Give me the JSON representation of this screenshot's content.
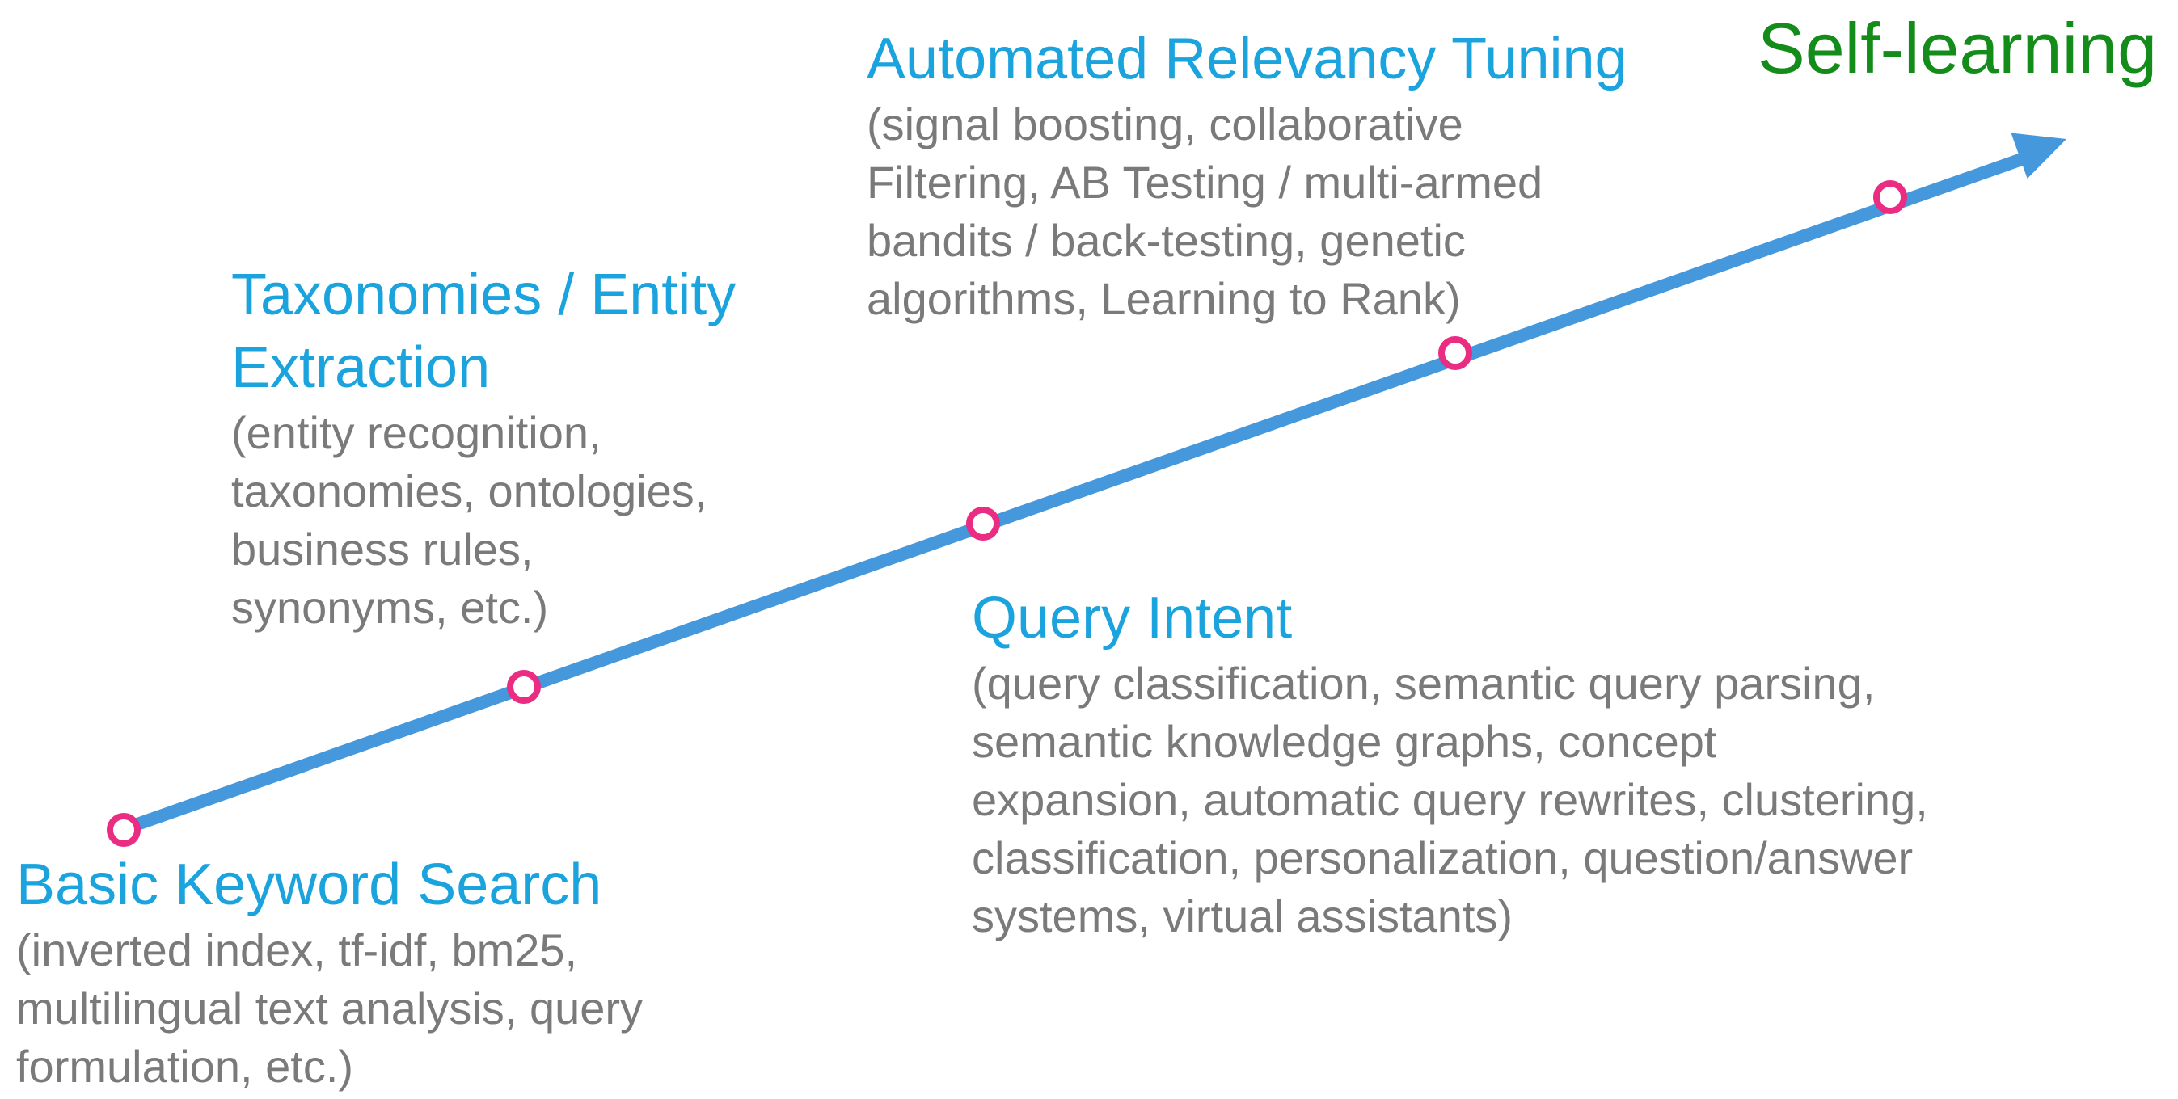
{
  "colors": {
    "arrow": "#4598db",
    "milestone": "#ea2d82",
    "stage_title": "#1aa3dd",
    "stage_desc": "#7a7a7a",
    "goal": "#138c1a"
  },
  "goal": {
    "label": "Self-learning"
  },
  "milestone_count": 5,
  "stages": {
    "basic": {
      "title": [
        "Basic Keyword Search"
      ],
      "desc": [
        "(inverted index, tf-idf, bm25,",
        "multilingual text analysis, query",
        "formulation, etc.)"
      ]
    },
    "taxonomy": {
      "title": [
        "Taxonomies / Entity",
        "Extraction"
      ],
      "desc": [
        "(entity recognition,",
        "taxonomies, ontologies,",
        "business rules,",
        "synonyms, etc.)"
      ]
    },
    "query": {
      "title": [
        "Query Intent"
      ],
      "desc": [
        "(query classification, semantic query parsing,",
        "semantic knowledge graphs, concept",
        "expansion, automatic query rewrites, clustering,",
        "classification, personalization, question/answer",
        "systems, virtual assistants)"
      ]
    },
    "automated": {
      "title": [
        "Automated Relevancy Tuning"
      ],
      "desc": [
        "(signal boosting, collaborative",
        "Filtering, AB Testing / multi-armed",
        "bandits / back-testing, genetic",
        "algorithms, Learning to Rank)"
      ]
    }
  }
}
